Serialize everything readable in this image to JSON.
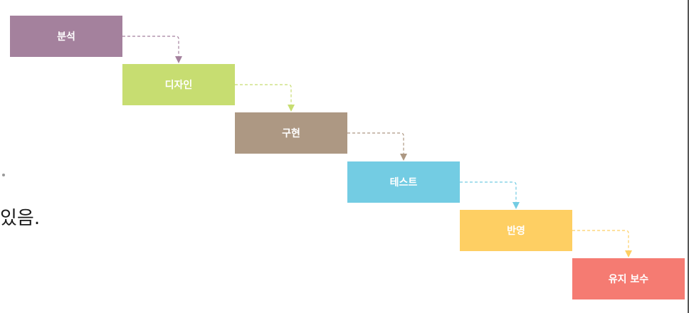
{
  "diagram": {
    "steps": [
      {
        "label": "분석",
        "color": "#a4819d"
      },
      {
        "label": "디자인",
        "color": "#c7dd71"
      },
      {
        "label": "구현",
        "color": "#ad9883"
      },
      {
        "label": "테스트",
        "color": "#73cce3"
      },
      {
        "label": "반영",
        "color": "#fecf63"
      },
      {
        "label": "유지 보수",
        "color": "#f57b72"
      }
    ]
  },
  "background_text": "있음."
}
